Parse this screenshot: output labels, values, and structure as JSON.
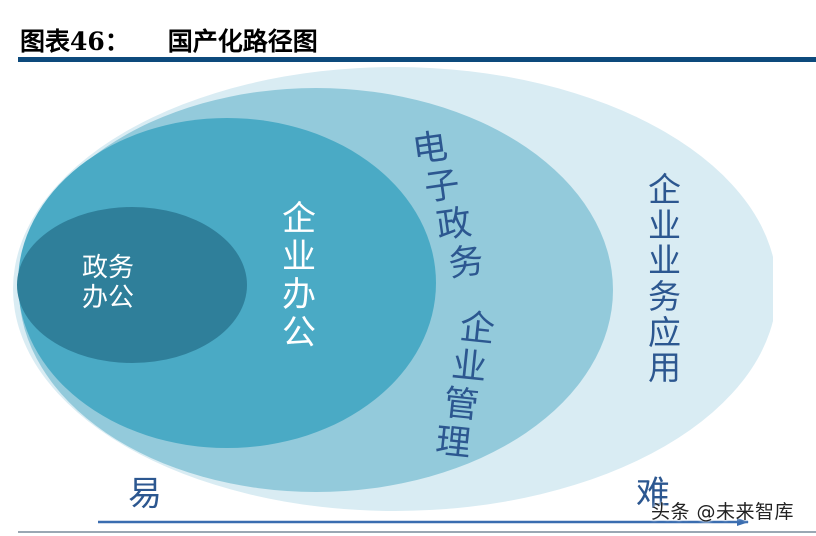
{
  "header": {
    "figure_number": "图表46：",
    "title": "国产化路径图"
  },
  "diagram": {
    "type": "nested-ellipses",
    "colors": {
      "outer": "#d9ecf3",
      "middle": "#93cadb",
      "inner": "#4aaac5",
      "core": "#2f7f9a",
      "dark_text": "#2c5790",
      "light_text": "#ffffff",
      "axis": "#3a6db0",
      "title_rule": "#0d4a7c"
    },
    "layers": [
      {
        "id": "core",
        "label": "政务办公",
        "lines": [
          "政务",
          "办公"
        ]
      },
      {
        "id": "inner",
        "label": "企业办公",
        "chars": [
          "企",
          "业",
          "办",
          "公"
        ]
      },
      {
        "id": "middle",
        "labels": [
          {
            "text": "电子政务",
            "chars": [
              "电",
              "子",
              "政",
              "务"
            ]
          },
          {
            "text": "企业管理",
            "chars": [
              "企",
              "业",
              "管",
              "理"
            ]
          }
        ]
      },
      {
        "id": "outer",
        "label": "企业业务应用",
        "chars": [
          "企",
          "业",
          "业",
          "务",
          "应",
          "用"
        ]
      }
    ],
    "axis": {
      "start_label": "易",
      "end_label": "难"
    }
  },
  "watermark": "头条 @未来智库"
}
